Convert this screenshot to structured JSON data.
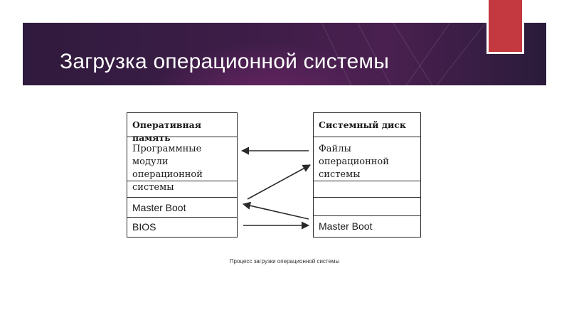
{
  "slide": {
    "title": "Загрузка операционной системы",
    "caption": "Процесс загрузки операционной системы"
  },
  "diagram": {
    "left_column": {
      "header": "Оперативная память",
      "modules_line1": "Программные модули",
      "modules_line2": "операционной системы",
      "master_boot": "Master Boot",
      "bios": "BIOS"
    },
    "right_column": {
      "header": "Системный диск",
      "files_line1": "Файлы операционной",
      "files_line2": "системы",
      "master_boot": "Master Boot"
    }
  },
  "colors": {
    "banner": "#3c1d47",
    "accent": "#c4393f",
    "line": "#2a2a2a"
  }
}
